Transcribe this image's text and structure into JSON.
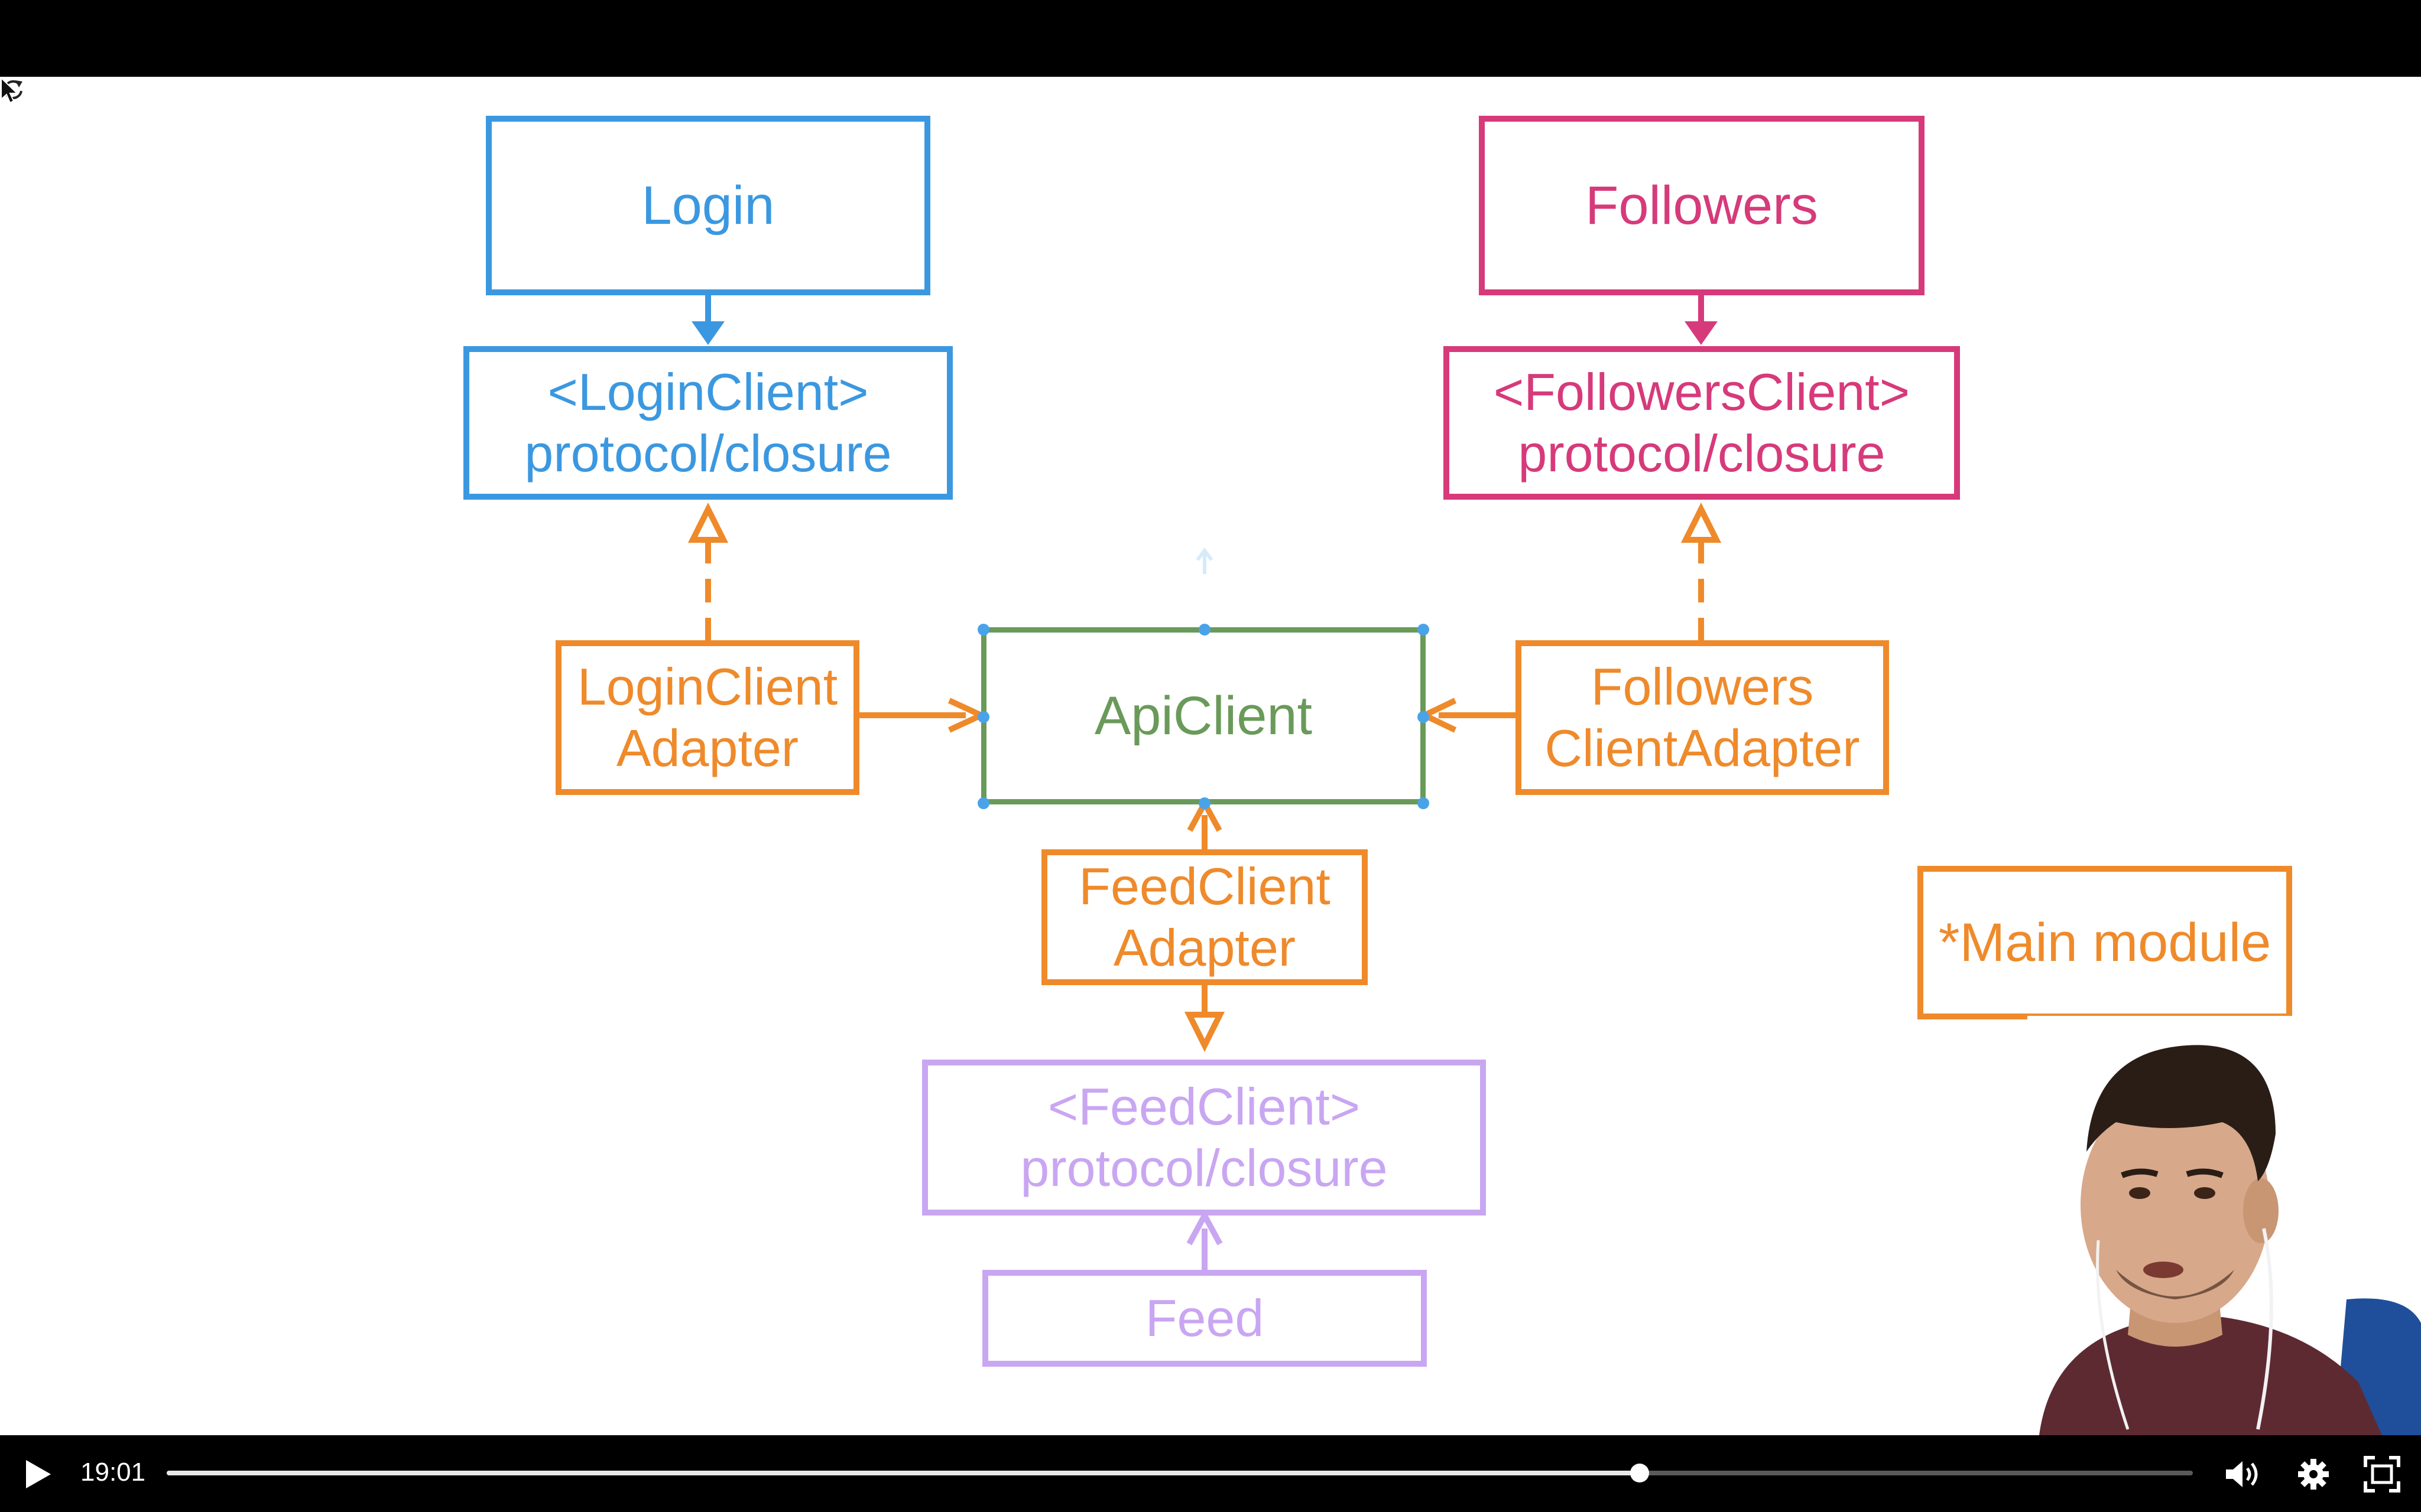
{
  "player": {
    "timecode": "19:01",
    "progress": 0.727
  },
  "diagram": {
    "login": "Login",
    "login_client_line1": "<LoginClient>",
    "login_client_line2": "protocol/closure",
    "followers": "Followers",
    "followers_client_line1": "<FollowersClient>",
    "followers_client_line2": "protocol/closure",
    "login_adapter_line1": "LoginClient",
    "login_adapter_line2": "Adapter",
    "api_client": "ApiClient",
    "followers_adapter_line1": "Followers",
    "followers_adapter_line2": "ClientAdapter",
    "feed_adapter_line1": "FeedClient",
    "feed_adapter_line2": "Adapter",
    "main_module": "*Main module",
    "feed_client_line1": "<FeedClient>",
    "feed_client_line2": "protocol/closure",
    "feed": "Feed"
  },
  "colors": {
    "blue": "#3b98e0",
    "pink": "#d63a7a",
    "orange": "#ef8a2b",
    "green": "#6a9a5a",
    "purple": "#c9a6f2",
    "selection_handle": "#4aa3e8"
  },
  "icons": {
    "play": "play-icon",
    "volume": "volume-icon",
    "settings": "gear-icon",
    "fullscreen": "fullscreen-icon",
    "rotate": "rotate-icon",
    "cursor": "cursor-icon"
  }
}
